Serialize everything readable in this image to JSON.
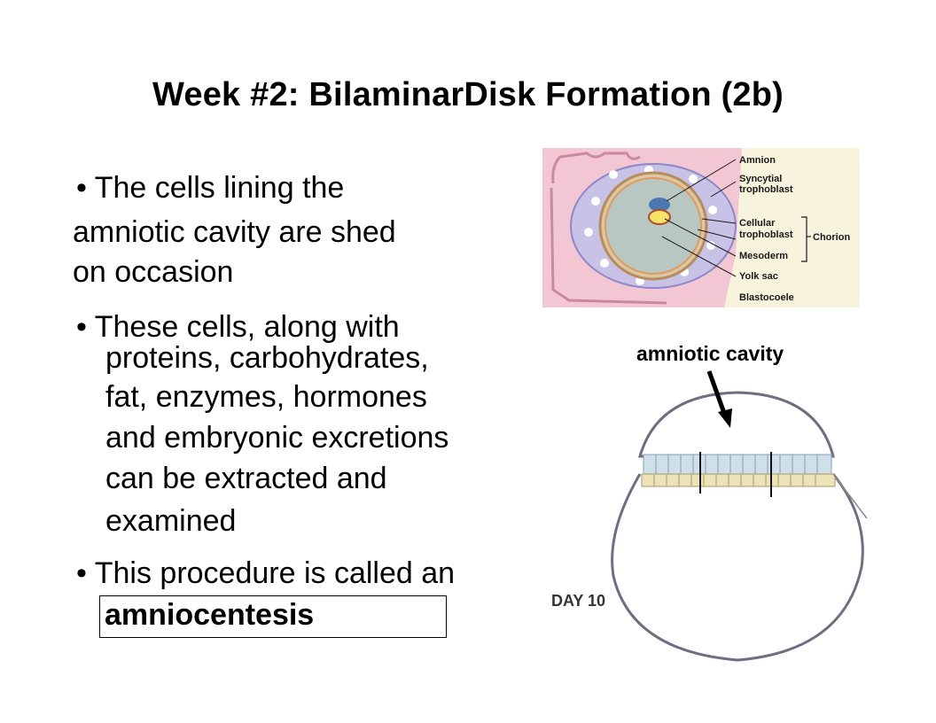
{
  "slide": {
    "title": "Week #2: BilaminarDisk Formation (2b)",
    "bullet1": {
      "lines": [
        "• The cells lining the",
        "amniotic cavity are shed",
        "on occasion"
      ]
    },
    "bullet2": {
      "lines": [
        "• These cells, along with",
        "proteins, carbohydrates,",
        "fat, enzymes, hormones",
        "and embryonic excretions",
        "can be extracted and",
        "examined"
      ]
    },
    "bullet3": {
      "line": "• This procedure is called an",
      "answer": "amniocentesis"
    }
  },
  "diagram_top": {
    "labels": {
      "amnion": "Amnion",
      "syncytial_1": "Syncytial",
      "syncytial_2": "trophoblast",
      "cellular_1": "Cellular",
      "cellular_2": "trophoblast",
      "chorion": "Chorion",
      "mesoderm": "Mesoderm",
      "yolk_sac": "Yolk sac",
      "blastocoele": "Blastocoele"
    },
    "colors": {
      "background": "#f7f3dc",
      "endometrium": "#f2c7d3",
      "trophoblast": "#c8c2e6",
      "cavity": "#b9c7c2",
      "yolk": "#f5e36a"
    }
  },
  "diagram_bottom": {
    "label": "amniotic cavity",
    "day": "DAY 10",
    "colors": {
      "epiblast": "#cfe0ea",
      "hypoblast": "#ece3b8"
    }
  }
}
